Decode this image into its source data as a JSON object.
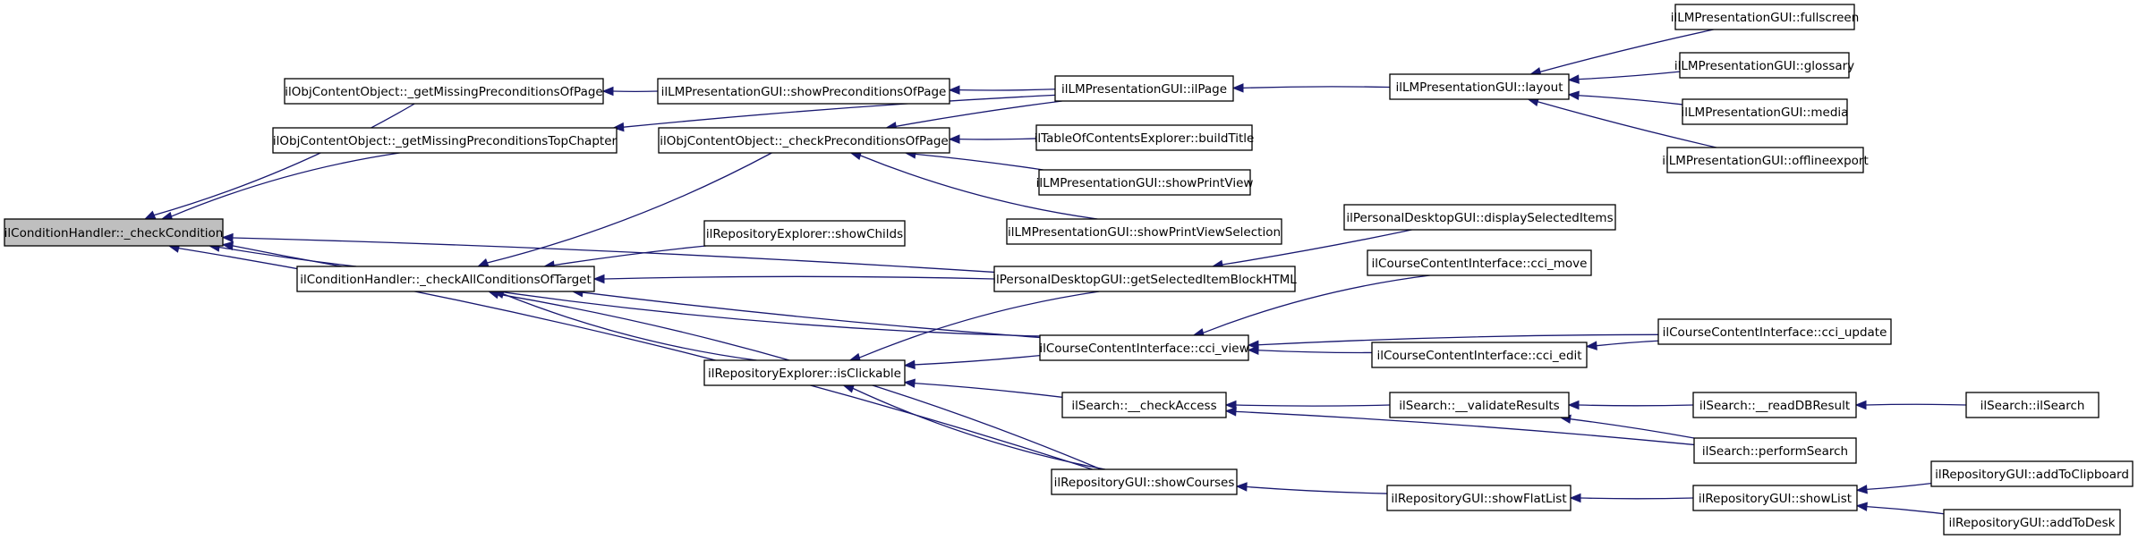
{
  "nodes": [
    {
      "id": "root",
      "label": "ilConditionHandler::_checkCondition",
      "root": true
    },
    {
      "id": "mpp",
      "label": "ilObjContentObject::_getMissingPreconditionsOfPage"
    },
    {
      "id": "mptc",
      "label": "ilObjContentObject::_getMissingPreconditionsTopChapter"
    },
    {
      "id": "cacot",
      "label": "ilConditionHandler::_checkAllConditionsOfTarget"
    },
    {
      "id": "spop",
      "label": "ilLMPresentationGUI::showPreconditionsOfPage"
    },
    {
      "id": "cpop",
      "label": "ilObjContentObject::_checkPreconditionsOfPage"
    },
    {
      "id": "resc",
      "label": "ilRepositoryExplorer::showChilds"
    },
    {
      "id": "reic",
      "label": "ilRepositoryExplorer::isClickable"
    },
    {
      "id": "ilpage",
      "label": "ilLMPresentationGUI::ilPage"
    },
    {
      "id": "bt",
      "label": "ilTableOfContentsExplorer::buildTitle"
    },
    {
      "id": "spv",
      "label": "ilLMPresentationGUI::showPrintView"
    },
    {
      "id": "spvs",
      "label": "ilLMPresentationGUI::showPrintViewSelection"
    },
    {
      "id": "gsibh",
      "label": "ilPersonalDesktopGUI::getSelectedItemBlockHTML"
    },
    {
      "id": "ccv",
      "label": "ilCourseContentInterface::cci_view"
    },
    {
      "id": "sca",
      "label": "ilSearch::__checkAccess"
    },
    {
      "id": "rsc",
      "label": "ilRepositoryGUI::showCourses"
    },
    {
      "id": "layout",
      "label": "ilLMPresentationGUI::layout"
    },
    {
      "id": "dsi",
      "label": "ilPersonalDesktopGUI::displaySelectedItems"
    },
    {
      "id": "ccm",
      "label": "ilCourseContentInterface::cci_move"
    },
    {
      "id": "cce",
      "label": "ilCourseContentInterface::cci_edit"
    },
    {
      "id": "svr",
      "label": "ilSearch::__validateResults"
    },
    {
      "id": "sfl",
      "label": "ilRepositoryGUI::showFlatList"
    },
    {
      "id": "fs",
      "label": "ilLMPresentationGUI::fullscreen"
    },
    {
      "id": "gl",
      "label": "ilLMPresentationGUI::glossary"
    },
    {
      "id": "med",
      "label": "ilLMPresentationGUI::media"
    },
    {
      "id": "oe",
      "label": "ilLMPresentationGUI::offlineexport"
    },
    {
      "id": "ccu",
      "label": "ilCourseContentInterface::cci_update"
    },
    {
      "id": "rdb",
      "label": "ilSearch::__readDBResult"
    },
    {
      "id": "ps",
      "label": "ilSearch::performSearch"
    },
    {
      "id": "sl",
      "label": "ilRepositoryGUI::showList"
    },
    {
      "id": "ils",
      "label": "ilSearch::ilSearch"
    },
    {
      "id": "atc",
      "label": "ilRepositoryGUI::addToClipboard"
    },
    {
      "id": "atd",
      "label": "ilRepositoryGUI::addToDesk"
    }
  ],
  "edges": [
    {
      "from": "mpp",
      "to": "root"
    },
    {
      "from": "mptc",
      "to": "root"
    },
    {
      "from": "cacot",
      "to": "root"
    },
    {
      "from": "gsibh",
      "to": "root"
    },
    {
      "from": "ccv",
      "to": "root"
    },
    {
      "from": "rsc",
      "to": "root"
    },
    {
      "from": "spop",
      "to": "mpp"
    },
    {
      "from": "ilpage",
      "to": "mptc"
    },
    {
      "from": "cpop",
      "to": "cacot"
    },
    {
      "from": "resc",
      "to": "cacot"
    },
    {
      "from": "reic",
      "to": "cacot"
    },
    {
      "from": "gsibh",
      "to": "cacot"
    },
    {
      "from": "ccv",
      "to": "cacot"
    },
    {
      "from": "rsc",
      "to": "cacot"
    },
    {
      "from": "ilpage",
      "to": "spop"
    },
    {
      "from": "ilpage",
      "to": "cpop"
    },
    {
      "from": "bt",
      "to": "cpop"
    },
    {
      "from": "spv",
      "to": "cpop"
    },
    {
      "from": "spvs",
      "to": "cpop"
    },
    {
      "from": "gsibh",
      "to": "reic"
    },
    {
      "from": "ccv",
      "to": "reic"
    },
    {
      "from": "sca",
      "to": "reic"
    },
    {
      "from": "rsc",
      "to": "reic"
    },
    {
      "from": "layout",
      "to": "ilpage"
    },
    {
      "from": "dsi",
      "to": "gsibh"
    },
    {
      "from": "ccm",
      "to": "ccv"
    },
    {
      "from": "cce",
      "to": "ccv"
    },
    {
      "from": "ccu",
      "to": "ccv"
    },
    {
      "from": "svr",
      "to": "sca"
    },
    {
      "from": "ps",
      "to": "sca"
    },
    {
      "from": "sfl",
      "to": "rsc"
    },
    {
      "from": "fs",
      "to": "layout"
    },
    {
      "from": "gl",
      "to": "layout"
    },
    {
      "from": "med",
      "to": "layout"
    },
    {
      "from": "oe",
      "to": "layout"
    },
    {
      "from": "ccu",
      "to": "cce"
    },
    {
      "from": "rdb",
      "to": "svr"
    },
    {
      "from": "ps",
      "to": "svr"
    },
    {
      "from": "sl",
      "to": "sfl"
    },
    {
      "from": "ils",
      "to": "rdb"
    },
    {
      "from": "atc",
      "to": "sl"
    },
    {
      "from": "atd",
      "to": "sl"
    }
  ],
  "colors": {
    "edge": "#191970",
    "root_fill": "#bfbfbf",
    "node_fill": "#ffffff",
    "border": "#000000"
  }
}
